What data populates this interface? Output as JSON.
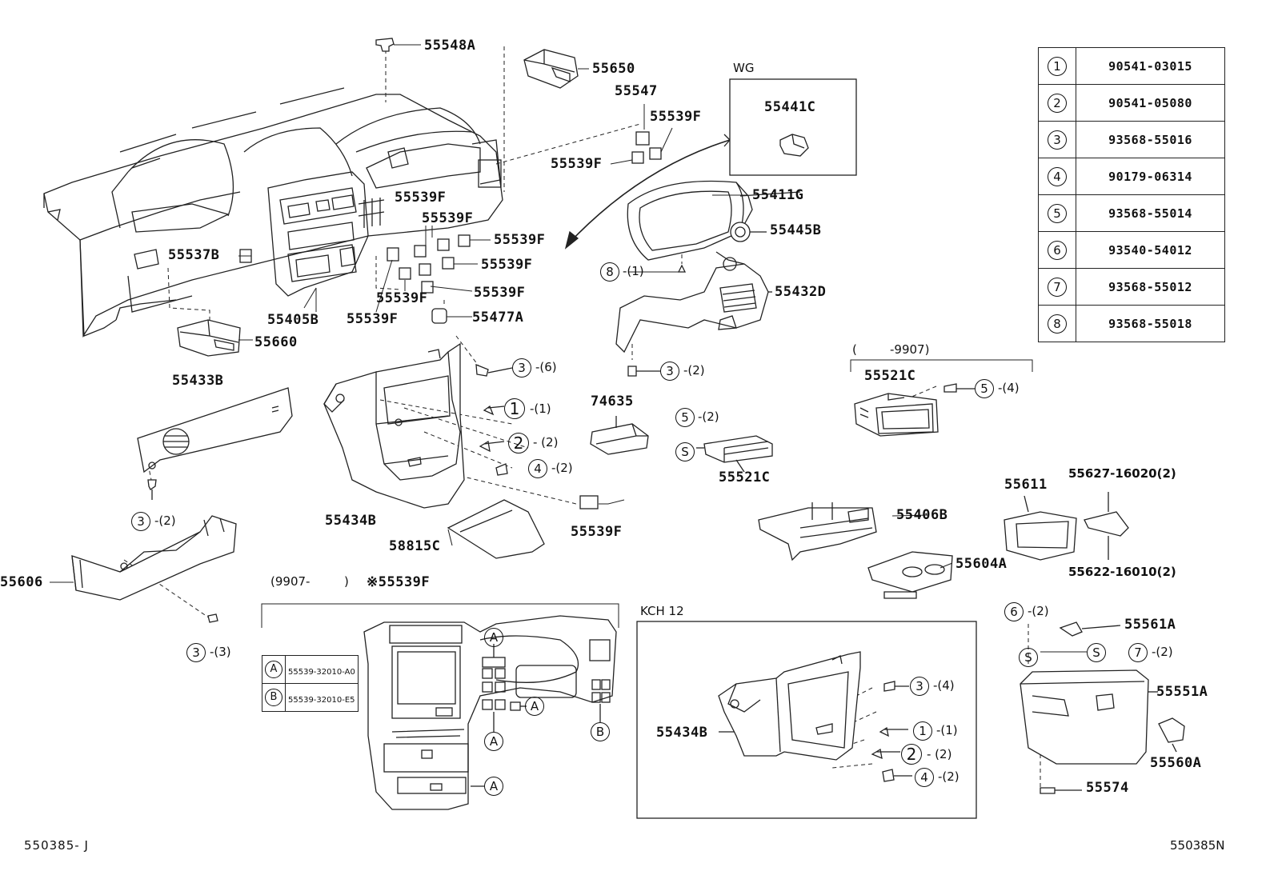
{
  "parts": {
    "p55548A": "55548A",
    "p55650": "55650",
    "p55547": "55547",
    "p55539F_a": "55539F",
    "p55539F_b": "55539F",
    "p55539F_c": "55539F",
    "p55539F_d": "55539F",
    "p55539F_e": "55539F",
    "p55539F_f": "55539F",
    "p55539F_g": "55539F",
    "p55539F_h": "55539F",
    "p55539F_i": "55539F",
    "p55539F_j": "55539F",
    "p55441C": "55441C",
    "p55411G": "55411G",
    "p55445B": "55445B",
    "p55537B": "55537B",
    "p55405B": "55405B",
    "p55477A": "55477A",
    "p55432D": "55432D",
    "p55660": "55660",
    "p55433B": "55433B",
    "p74635": "74635",
    "p55521C_a": "55521C",
    "p55521C_b": "55521C",
    "p55434B_a": "55434B",
    "p55434B_b": "55434B",
    "p58815C": "58815C",
    "p55606": "55606",
    "p55406B": "55406B",
    "p55611": "55611",
    "p55627": "55627-16020(2)",
    "p55622": "55622-16010(2)",
    "p55604A": "55604A",
    "p55561A": "55561A",
    "p55551A": "55551A",
    "p55560A": "55560A",
    "p55574": "55574"
  },
  "sections": {
    "wg": "WG",
    "range_open": "(",
    "range_to": "-9907)",
    "from_open": "(9907-",
    "from_close": ")",
    "note_55539F": "※55539F",
    "kch": "KCH 12"
  },
  "callouts": {
    "c8_1": {
      "n": "8",
      "q": "-(1)"
    },
    "c3_6": {
      "n": "3",
      "q": "-(6)"
    },
    "c3_2a": {
      "n": "3",
      "q": "-(2)"
    },
    "c3_2b": {
      "n": "3",
      "q": "-(2)"
    },
    "c1_1a": {
      "n": "1",
      "q": "-(1)"
    },
    "c2_2a": {
      "n": "2",
      "q": "- (2)"
    },
    "c4_2a": {
      "n": "4",
      "q": "-(2)"
    },
    "c5_2a": {
      "n": "5",
      "q": "-(2)"
    },
    "cS_a": {
      "n": "S"
    },
    "c5_4": {
      "n": "5",
      "q": "-(4)"
    },
    "c3_3": {
      "n": "3",
      "q": "-(3)"
    },
    "c3_4": {
      "n": "3",
      "q": "-(4)"
    },
    "c1_1b": {
      "n": "1",
      "q": "-(1)"
    },
    "c2_2b": {
      "n": "2",
      "q": "- (2)"
    },
    "c4_2b": {
      "n": "4",
      "q": "-(2)"
    },
    "c6_2": {
      "n": "6",
      "q": "-(2)"
    },
    "cS_b": {
      "n": "S"
    },
    "cS_c": {
      "n": "S"
    },
    "c7_2": {
      "n": "7",
      "q": "-(2)"
    },
    "vA1": {
      "n": "A"
    },
    "vA2": {
      "n": "A"
    },
    "vA3": {
      "n": "A"
    },
    "vA4": {
      "n": "A"
    },
    "vB1": {
      "n": "B"
    }
  },
  "part_table": [
    {
      "n": "1",
      "part": "90541-03015"
    },
    {
      "n": "2",
      "part": "90541-05080"
    },
    {
      "n": "3",
      "part": "93568-55016"
    },
    {
      "n": "4",
      "part": "90179-06314"
    },
    {
      "n": "5",
      "part": "93568-55014"
    },
    {
      "n": "6",
      "part": "93540-54012"
    },
    {
      "n": "7",
      "part": "93568-55012"
    },
    {
      "n": "8",
      "part": "93568-55018"
    }
  ],
  "variant_table": [
    {
      "n": "A",
      "part": "55539-32010-A0"
    },
    {
      "n": "B",
      "part": "55539-32010-E5"
    }
  ],
  "footer": {
    "left": "550385- J",
    "right": "550385N"
  }
}
